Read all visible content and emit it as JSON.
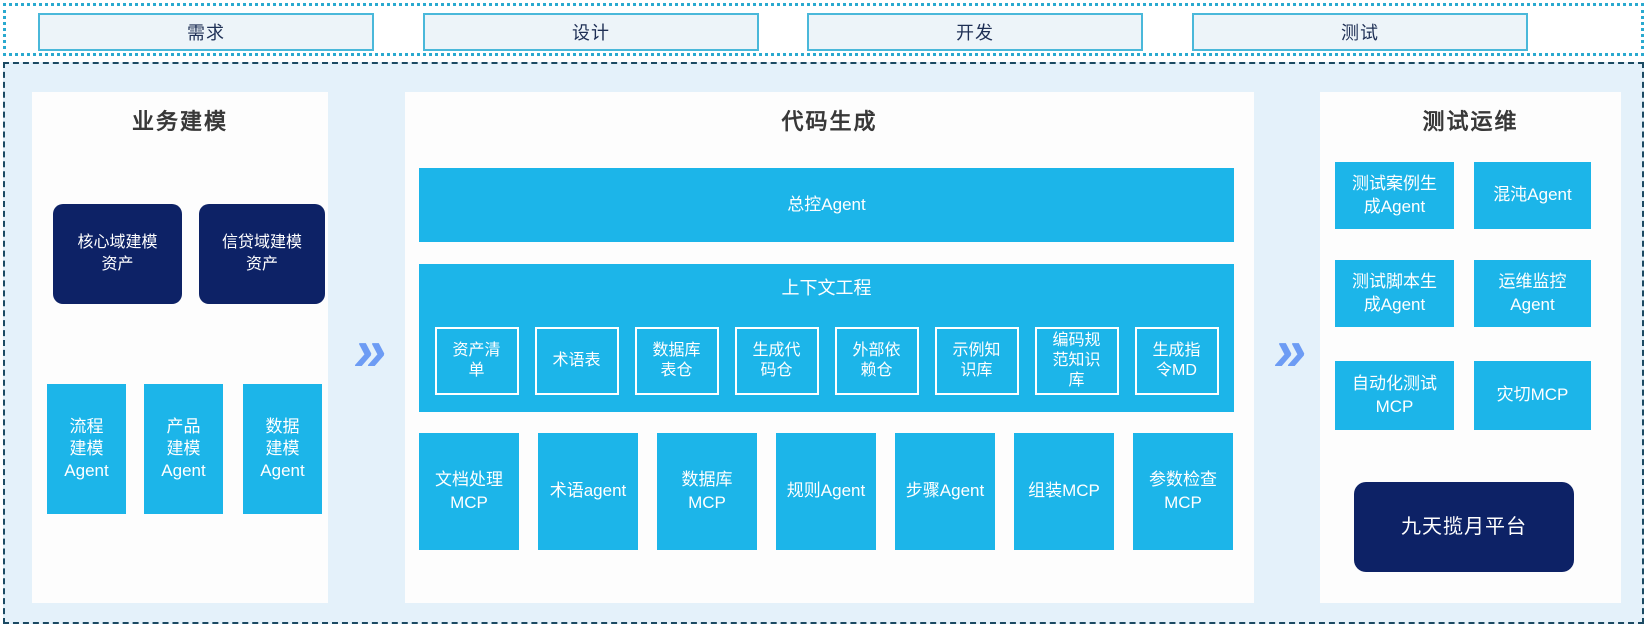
{
  "colors": {
    "cyan": "#1cb5e9",
    "navy": "#0d2266",
    "arrow_blue": "#6d9cf4",
    "main_background": "#e4f1fa",
    "panel_background": "#fdfdfd",
    "dashed_border": "#1b4a63",
    "dotted_border": "#2aa9cf",
    "phase_fill": "#edf4f9",
    "phase_border": "#4ab8da",
    "phase_text": "#1e2f55",
    "title_text": "#383838"
  },
  "phases": [
    {
      "label": "需求"
    },
    {
      "label": "设计"
    },
    {
      "label": "开发"
    },
    {
      "label": "测试"
    }
  ],
  "arrows": {
    "symbol": "»"
  },
  "left_panel": {
    "title": "业务建模",
    "asset_boxes": [
      {
        "label": "核心域建模\n资产"
      },
      {
        "label": "信贷域建模\n资产"
      }
    ],
    "agent_boxes": [
      {
        "label": "流程\n建模\nAgent"
      },
      {
        "label": "产品\n建模\nAgent"
      },
      {
        "label": "数据\n建模\nAgent"
      }
    ]
  },
  "middle_panel": {
    "title": "代码生成",
    "master_agent": "总控Agent",
    "context_engineering": {
      "title": "上下文工程",
      "items": [
        {
          "label": "资产清\n单"
        },
        {
          "label": "术语表"
        },
        {
          "label": "数据库\n表仓"
        },
        {
          "label": "生成代\n码仓"
        },
        {
          "label": "外部依\n赖仓"
        },
        {
          "label": "示例知\n识库"
        },
        {
          "label": "编码规\n范知识\n库"
        },
        {
          "label": "生成指\n令MD"
        }
      ]
    },
    "bottom_boxes": [
      {
        "label": "文档处理\nMCP"
      },
      {
        "label": "术语agent"
      },
      {
        "label": "数据库\nMCP"
      },
      {
        "label": "规则Agent"
      },
      {
        "label": "步骤Agent"
      },
      {
        "label": "组装MCP"
      },
      {
        "label": "参数检查\nMCP"
      }
    ]
  },
  "right_panel": {
    "title": "测试运维",
    "boxes": [
      {
        "label": "测试案例生\n成Agent"
      },
      {
        "label": "混沌Agent"
      },
      {
        "label": "测试脚本生\n成Agent"
      },
      {
        "label": "运维监控\nAgent"
      },
      {
        "label": "自动化测试\nMCP"
      },
      {
        "label": "灾切MCP"
      }
    ],
    "platform": "九天揽月平台"
  }
}
